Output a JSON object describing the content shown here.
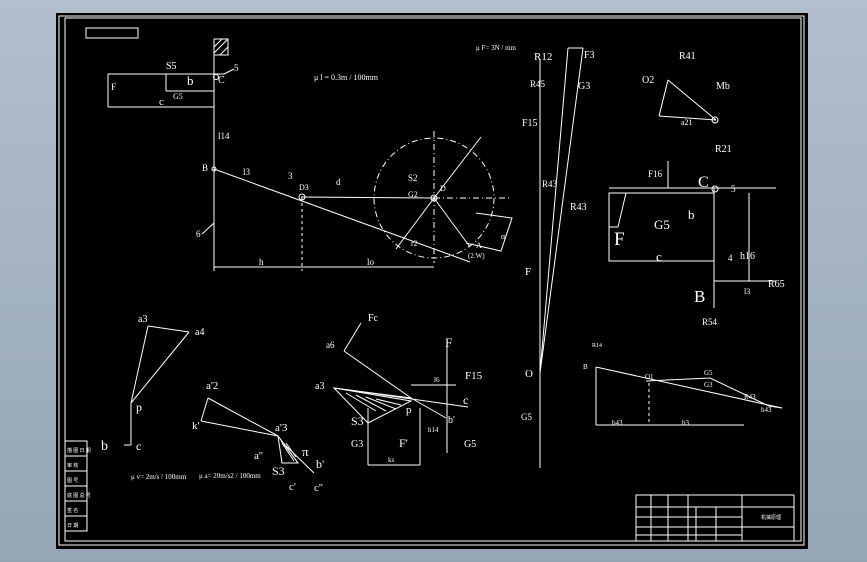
{
  "colors": {
    "background": "#000000",
    "lines": "#ffffff",
    "window": "#9fb0c0"
  },
  "labels": {
    "S5_top": "S5",
    "b_top": "b",
    "C_top": "C",
    "five_top": "5",
    "F_top": "F",
    "G5_top": "G5",
    "c_top": "c",
    "scale_l": "μ l = 0.3m / 100mm",
    "scale_f": "μ F= 3N / mm",
    "l14": "l14",
    "B_left": "B",
    "l3": "l3",
    "three": "3",
    "D3": "D3",
    "d": "d",
    "S2": "S2",
    "G2": "G2",
    "D": "D",
    "six": "6",
    "h": "h",
    "lo": "lo",
    "r2": "r2",
    "A_pt": "A",
    "W_pt": "(2.W)",
    "ang": "α",
    "R12": "R12",
    "F3": "F3",
    "R45": "R45",
    "G3_poly": "G3",
    "F15_poly": "F15",
    "R43_upper": "R43",
    "R43_lower": "R43",
    "F_poly": "F",
    "O_poly": "O",
    "G5_poly": "G5",
    "R41": "R41",
    "O2": "O2",
    "Mb": "Mb",
    "a21": "a21",
    "R21": "R21",
    "F16": "F16",
    "C_big": "C",
    "five_right": "5",
    "F_big": "F",
    "G5_big": "G5",
    "b_big": "b",
    "h16": "h16",
    "c_big": "c",
    "four": "4",
    "B_big": "B",
    "l3_right": "l3",
    "R65": "R65",
    "R54": "R54",
    "a3": "a3",
    "a4": "a4",
    "p_vel": "p",
    "b_vel": "b",
    "c_vel": "c",
    "scale_v": "μ v= 2m/s / 100mm",
    "a2p": "a'2",
    "kp": "k'",
    "a3p": "a'3",
    "app": "a''",
    "S3p": "S3",
    "pi": "π",
    "bp": "b'",
    "cp": "c'",
    "cpp": "c''",
    "scale_a": "μ a= 20m/s2 / 100mm",
    "Fc": "Fc",
    "aa": "a6",
    "a3f": "a3",
    "S3f": "S3",
    "G3f": "G3",
    "Fprime": "F'",
    "pf": "p",
    "bf": "b'",
    "F_f": "F",
    "F15_f": "F15",
    "c_f": "c",
    "G5_f": "G5",
    "l16": "l6",
    "h14": "h14",
    "kw": "ks",
    "R14": "R14",
    "Bl": "B",
    "O1l": "O1",
    "G5l": "G5",
    "G3l": "G3",
    "R43l": "R43",
    "b43": "b43",
    "b3": "b3",
    "h43": "h43",
    "title_cell": "机械原理"
  },
  "stamp_rows": [
    "描 图 日 期",
    "审 核",
    "图 号",
    "底 图 总 号",
    "签 名",
    "日 期"
  ]
}
